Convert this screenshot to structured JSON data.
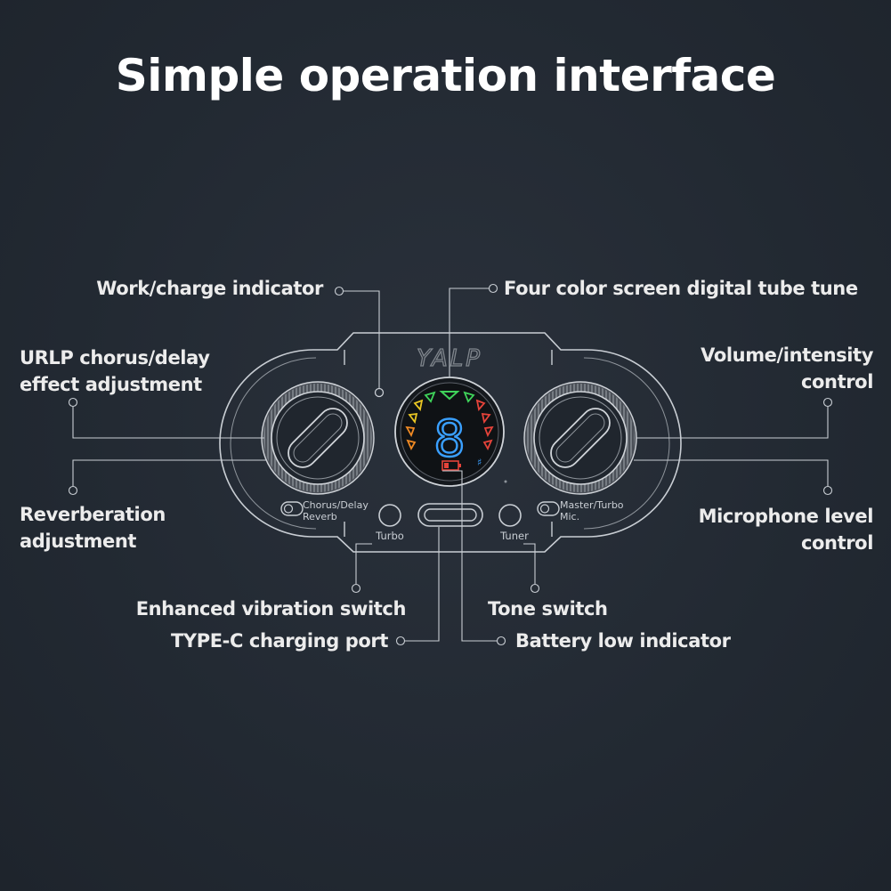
{
  "title": "Simple operation interface",
  "brand": "YALP",
  "display_digit": "8",
  "panel": {
    "chorus_delay": "Chorus/Delay",
    "reverb": "Reverb",
    "turbo": "Turbo",
    "tuner": "Tuner",
    "master_turbo": "Master/Turbo",
    "mic": "Mic."
  },
  "callouts": {
    "work_charge": "Work/charge indicator",
    "tube_tune": "Four color screen digital tube tune",
    "chorus_line1": "URLP chorus/delay",
    "chorus_line2": "effect adjustment",
    "volume_line1": "Volume/intensity",
    "volume_line2": "control",
    "reverb_line1": "Reverberation",
    "reverb_line2": "adjustment",
    "mic_line1": "Microphone level",
    "mic_line2": "control",
    "vibration": "Enhanced vibration switch",
    "tone": "Tone switch",
    "typec": "TYPE-C charging port",
    "battery": "Battery low indicator"
  },
  "colors": {
    "background": "#222932",
    "line": "#c9ced4",
    "text": "#ececec",
    "led_green": "#3fd35a",
    "led_yellow": "#e9c623",
    "led_orange": "#f08a24",
    "led_red": "#e5433a",
    "led_blue": "#3aa0ff"
  }
}
